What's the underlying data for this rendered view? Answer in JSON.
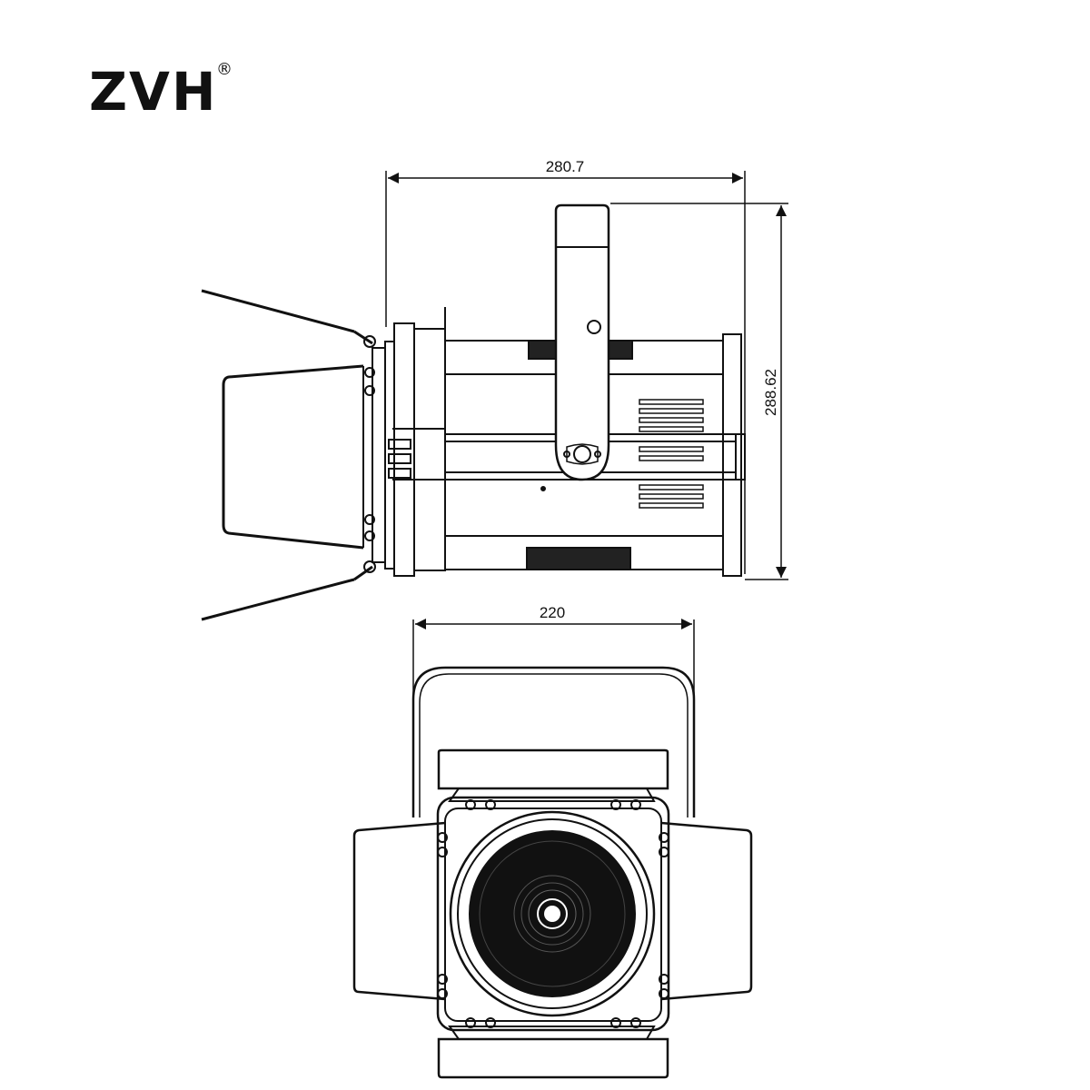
{
  "brand": {
    "name": "ZVH",
    "mark": "®"
  },
  "dimensions": {
    "side_width": "280.7",
    "side_height": "288.62",
    "front_width": "220"
  }
}
